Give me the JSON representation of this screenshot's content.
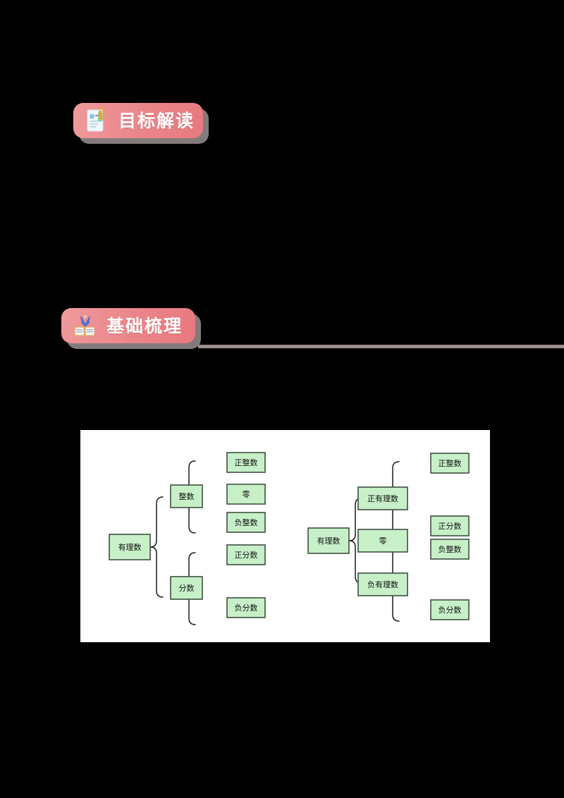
{
  "page": {
    "background": "#000000",
    "accent_pink": "#e8868a",
    "node_fill": "#c7f0c8",
    "node_border": "#3f4f42",
    "card_background": "#ffffff"
  },
  "sections": [
    {
      "id": "goal",
      "title": "目标解读",
      "icon": "document-clip-icon"
    },
    {
      "id": "basics",
      "title": "基础梳理",
      "icon": "open-book-icon"
    }
  ],
  "diagram": {
    "trees": [
      {
        "id": "left-tree",
        "root": "有理数",
        "branches": [
          {
            "label": "整数",
            "leaves": [
              "正整数",
              "零",
              "负整数"
            ]
          },
          {
            "label": "分数",
            "leaves": [
              "正分数",
              "负分数"
            ]
          }
        ]
      },
      {
        "id": "right-tree",
        "root": "有理数",
        "branches": [
          {
            "label": "正有理数",
            "leaves": [
              "正整数",
              "正分数"
            ]
          },
          {
            "label": "零",
            "leaves": []
          },
          {
            "label": "负有理数",
            "leaves": [
              "负整数",
              "负分数"
            ]
          }
        ]
      }
    ]
  },
  "labels": {
    "left": {
      "root": "有理数",
      "b1": "整数",
      "b1l1": "正整数",
      "b1l2": "零",
      "b1l3": "负整数",
      "b2": "分数",
      "b2l1": "正分数",
      "b2l2": "负分数"
    },
    "right": {
      "root": "有理数",
      "b1": "正有理数",
      "b1l1": "正整数",
      "b1l2": "正分数",
      "b2": "零",
      "b3": "负有理数",
      "b3l1": "负整数",
      "b3l2": "负分数"
    }
  }
}
